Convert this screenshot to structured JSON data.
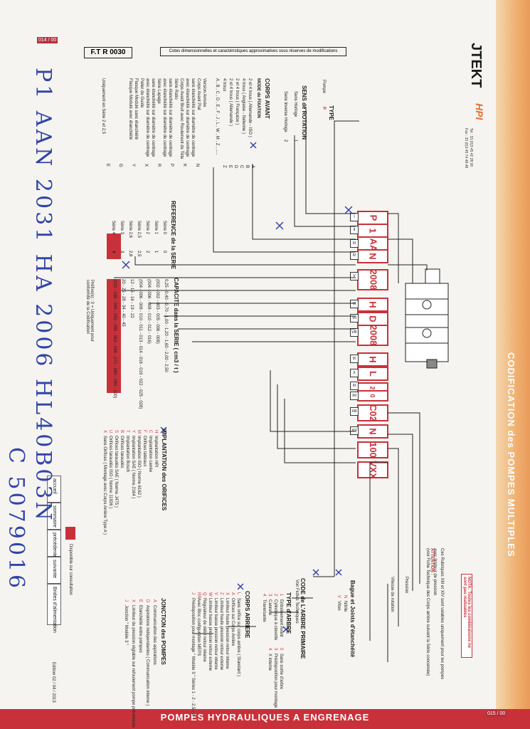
{
  "header": {
    "ft_ref": "F.T R 0030",
    "cotes": "Cotes dimensionnelles et caractéristiques approximatives sous réserves de modifications",
    "page_top": "014 / 00",
    "page_bottom": "015 / 00"
  },
  "brand": {
    "logo": "JTEKT",
    "sub": "HPI",
    "tel": "Tel : 33 (0)3 45 42 28 00",
    "fax": "Fax : 33 (0)3 45 74 48 48"
  },
  "right_title": "CODIFICATION des POMPES MULTIPLES",
  "bottom_title": "POMPES HYDRAULIQUES A ENGRENAGE",
  "edition": "Edition 02 / 04 / 2013",
  "code": {
    "boxes": [
      "P",
      "1",
      "AA",
      "N",
      "2008",
      "H",
      "D",
      "2008",
      "H",
      "L",
      "2",
      "0",
      "C02",
      "N",
      "100",
      "VXX"
    ],
    "romans": [
      "I",
      "II",
      "III",
      "IV",
      "V",
      "VI",
      "VII",
      "VIII",
      "IX",
      "X",
      "XI",
      "XII",
      "XIII",
      "XIV"
    ]
  },
  "left_col": {
    "type_title": "TYPE",
    "type_item": "Pompe",
    "type_code": "P",
    "rotation_title": "SENS de ROTATION",
    "rotation_items": [
      {
        "label": "Sens Horloge",
        "code": "1"
      },
      {
        "label": "Sens Inverse Horloge",
        "code": "2"
      }
    ],
    "corps_avant_title": "CORPS AVANT",
    "fixation_title": "MODE de FIXATION",
    "fixation_items": [
      "2 et 4 trous ( Allemande - ISO )",
      "4 trous ( Anglaise - Italienne )",
      "2 et 4 trous ( Française )",
      "2 et 4 trous ( Allemande )",
      "4 trous"
    ],
    "fixation_codes": [
      "A",
      "B",
      "C",
      "D",
      "E",
      "Z"
    ],
    "fixation_more": "A , B , C , D , E , F , J , L , W , M , Z , .....",
    "arrival": [
      "Version Arrivée",
      "Corps Avant Plat",
      "sans étanchéité sur diamètre de centrage",
      "avec étanchéité sur diamètre de centrage",
      "Corps Avant Bruit avec Roulement de Tête",
      "Série Ratio",
      "sans étanchéité sur diamètre de centrage",
      "avec étanchéité sur diamètre de centrage",
      "Série Lapage",
      "sans étanchéité sur diamètre de centrage",
      "avec étanchéité sur diamètre de centrage",
      "Palier de Guide",
      "Flasque Modulé sans étanchéité",
      "Flasque Modulé avec étanchéité"
    ],
    "arrival_codes": [
      "N",
      "K",
      "P",
      "R",
      "X",
      "Y",
      "G",
      "E"
    ],
    "uniquement": "Uniquement en Série 2 et 2,5"
  },
  "reference": {
    "title": "REFERENCE de la SERIE",
    "series": [
      {
        "label": "Série 0",
        "code": "0"
      },
      {
        "label": "Série 1",
        "code": "1"
      },
      {
        "label": "Série 2",
        "code": "2"
      },
      {
        "label": "Série 2,5",
        "code": "2,5"
      },
      {
        "label": "Série 2,6",
        "code": "2,6"
      },
      {
        "label": "Série 3",
        "code": "3"
      },
      {
        "label": "Série 4",
        "code": "4"
      }
    ]
  },
  "capacite": {
    "title": "CAPACITE dans la SERIE ( cm3 / t )",
    "lines": [
      "0,25 - 0,40 - 0,70 - 1,00 - 1,20 - 1,60 - 2,00 - 2,50",
      "(002 - 002 - 003 - 005 - 006 - 008)",
      "(004 - 006 - 008 - 010 - 012 - 016)",
      "(004 - 006 - 008 - 010 - 011 - 013 - 014 - 016 - 019 - 022 - 025 - 028)",
      "12 - 15 - 16 - 19 - 22",
      "20 - 25 - 28 - 34 - 40 - 45",
      "(033 - 038 - 045 - 050 - 055 - 063 - 066 - 071 - 080 - 090 - 100)"
    ],
    "prefix_note": "Préfixe(s) : 0 = Uniquement pour conformité de la Codification"
  },
  "implantation": {
    "title": "IMPLANTATION des ORIFICES",
    "items": [
      {
        "code": "H",
        "label": "Implantation HPI"
      },
      {
        "code": "C",
        "label": "Implantation carrée"
      },
      {
        "code": "F",
        "label": "Orifices latéraux"
      },
      {
        "code": "M",
        "label": "Implantation ISO ( Norme 6162 )"
      },
      {
        "code": "Y",
        "label": "Implantation SAE ( Norme 2164 )"
      },
      {
        "code": "T",
        "label": "Implantation Bosch"
      },
      {
        "code": "B",
        "label": "Orifices taraudés"
      },
      {
        "code": "S",
        "label": "Orifices taraudés SAE ( Norme J475 )"
      },
      {
        "code": "U",
        "label": "Orifices taraudés ISO ( Norme 11926 )"
      },
      {
        "code": "X",
        "label": "Sans Orifices ( Montage avec Corps Arrière Type A )"
      }
    ]
  },
  "jonction": {
    "title": "JONCTION des POMPES",
    "items": [
      {
        "code": "A",
        "label": "Communication des aspirations"
      },
      {
        "code": "D",
        "label": "Aspirations indépendantes ( Communication interne )"
      },
      {
        "code": "E",
        "label": "Etanchéité entre pompes"
      },
      {
        "code": "X",
        "label": "Limiteur de pression réglable sur refoulement pompe précédente"
      },
      {
        "code": "J",
        "label": "Jonction \" Modèle 3 \""
      }
    ]
  },
  "corps_arriere": {
    "title": "CORPS ARRIERE",
    "items": [
      {
        "code": "L",
        "label": "Sans orifice sur corps arrière ( Standard )"
      },
      {
        "code": "A",
        "label": "Orifices sur Corps Arrière"
      },
      {
        "code": "X",
        "label": "Limiteur haute pression retour interne"
      },
      {
        "code": "Z",
        "label": "Limiteur haute pression retour externe"
      },
      {
        "code": "V",
        "label": "Limiteur basse pression retour interne"
      },
      {
        "code": "W",
        "label": "Limiteur basse pression retour externe"
      },
      {
        "code": "Q",
        "label": "Régulateur de débit retour interne"
      },
      {
        "code": "RR",
        "label": "Avec Bloc configuration MEPS"
      },
      {
        "code": "J",
        "label": "Prédisposition pour montage \" Modèle 3 \" Séries 1 - 2 - 2,5 - 3"
      }
    ]
  },
  "arbre": {
    "title": "TYPE d'ARBRE",
    "code_title": "CODE de L'ARBRE PRIMAIRE",
    "code_note": "Voir Fiches Techniques",
    "items": [
      {
        "code": "1",
        "label": "Entraînement Avant"
      },
      {
        "code": "2",
        "label": "Cylindrique à clavette"
      },
      {
        "code": "3",
        "label": "Cannelé"
      },
      {
        "code": "4",
        "label": "Traversante"
      }
    ],
    "items_right": [
      {
        "code": "0",
        "label": "Sans sortie d'arbre"
      },
      {
        "code": "3",
        "label": "Prédisposition pour montage"
      },
      {
        "code": "4",
        "label": "X interne"
      }
    ]
  },
  "bague": {
    "title": "Bague et Joints d'étanchéité",
    "items": [
      {
        "code": "N",
        "label": "Nitrile"
      },
      {
        "code": "V",
        "label": "Viton"
      }
    ],
    "vitesse": "Vitesse de rotation",
    "pression": "Pression"
  },
  "attention": {
    "title": "ATTENTION :",
    "lines": [
      "Ces Rubriques XIII et XIV sont valables uniquement pour les pompes",
      "avec limiteur de pression",
      "(voir Fiche Technique des Corps arrière suivant la Série concernée)"
    ],
    "nota": "NOTA: Toutes les combinaisons ne sont pas réalisables"
  },
  "nav": {
    "items": [
      "accueil",
      "sommaire",
      "précédente",
      "suivante",
      "Brides d'alimentation"
    ],
    "dispo": "Disponible sur consultation"
  },
  "handwriting": {
    "line1": "P1 AAN 2031 HA 2006 HL40B03N",
    "line2": "C 5079016"
  }
}
